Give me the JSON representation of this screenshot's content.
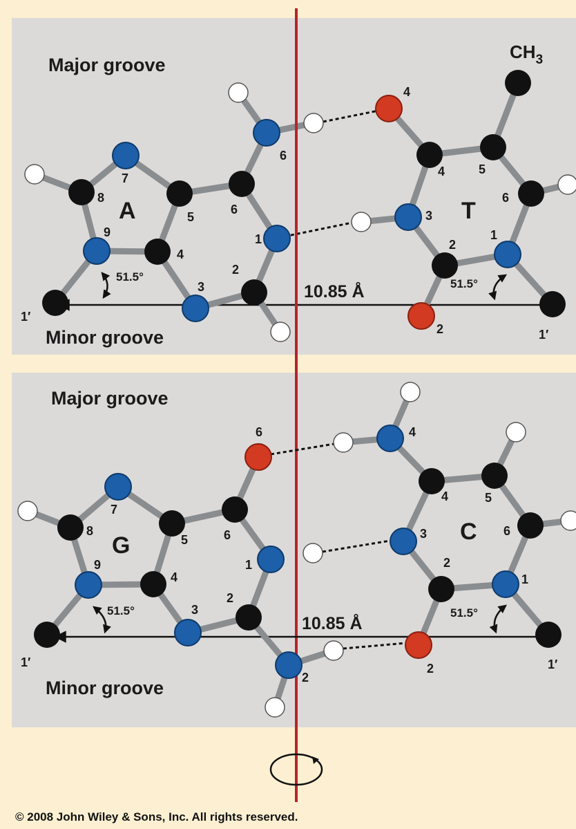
{
  "colors": {
    "background": "#fdf0d2",
    "panel": "#dcdad9",
    "axis_line": "#b5252a",
    "bond": "#8a8d90",
    "carbon": "#111111",
    "nitrogen": "#1d5fa8",
    "oxygen": "#d23a22",
    "hydrogen": "#ffffff"
  },
  "at_pair": {
    "major_groove": "Major groove",
    "minor_groove": "Minor groove",
    "purine_letter": "A",
    "pyrimidine_letter": "T",
    "methyl": "CH",
    "methyl_sub": "3",
    "distance": "10.85 Å",
    "angle_left": "51.5°",
    "angle_right": "51.5°",
    "purine_numbers": [
      "7",
      "8",
      "9",
      "4",
      "5",
      "6",
      "6",
      "1",
      "2",
      "3",
      "1′"
    ],
    "pyrimidine_numbers": [
      "4",
      "4",
      "5",
      "6",
      "3",
      "2",
      "1",
      "2",
      "1′"
    ]
  },
  "gc_pair": {
    "major_groove": "Major groove",
    "minor_groove": "Minor groove",
    "purine_letter": "G",
    "pyrimidine_letter": "C",
    "distance": "10.85 Å",
    "angle_left": "51.5°",
    "angle_right": "51.5°",
    "purine_numbers": [
      "6",
      "7",
      "8",
      "9",
      "4",
      "5",
      "6",
      "1",
      "2",
      "3",
      "2",
      "1′"
    ],
    "pyrimidine_numbers": [
      "4",
      "4",
      "5",
      "6",
      "3",
      "2",
      "1",
      "2",
      "1′"
    ]
  },
  "copyright": "© 2008 John Wiley & Sons, Inc. All rights reserved."
}
